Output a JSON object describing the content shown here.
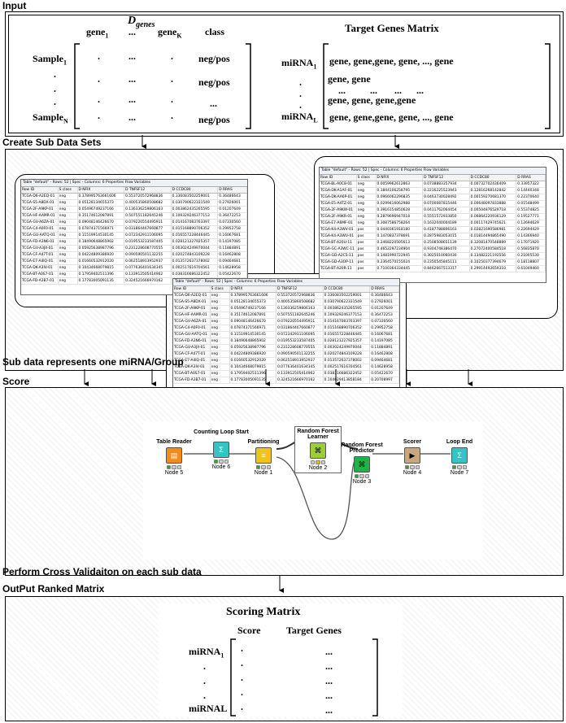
{
  "sections": {
    "input": "Input",
    "create": "Create Sub Data Sets",
    "sub_note": "Sub data represents one miRNA/Group",
    "score": "Score",
    "cv_note": "Perform Cross Validaiton on each sub data",
    "output": "OutPut Ranked Matrix"
  },
  "input_matrix": {
    "title": "D",
    "title_sub": "genes",
    "col_gene1": "gene",
    "col_gene1_sub": "1",
    "col_dots": "...",
    "col_geneK": "gene",
    "col_geneK_sub": "K",
    "col_class": "class",
    "row_sample1": "Sample",
    "row_sample1_sub": "1",
    "row_sampleN": "Sample",
    "row_sampleN_sub": "N",
    "dot": ".",
    "dots": "...",
    "negpos": "neg/pos"
  },
  "target_matrix": {
    "title": "Target Genes Matrix",
    "mirna1": "miRNA",
    "mirna1_sub": "1",
    "mirnaL": "miRNA",
    "mirnaL_sub": "L",
    "dot": ".",
    "line1": "gene, gene,gene, gene, ..., gene",
    "line2": "gene, gene",
    "line3": "...          ...       ...      ...",
    "line4": "gene, gene, gene,gene",
    "line5": "gene, gene,gene, gene, ..., gene"
  },
  "tables": {
    "title": "Table \"default\" - Rows: 52",
    "tab_spec": "Spec - Columns: 6",
    "tab_props": "Properties",
    "tab_flow": "Flow Variables",
    "columns": [
      "Row ID",
      "S class",
      "D NFIX",
      "D TNFSF12",
      "D CCDC80",
      "D RRAS"
    ],
    "left_rows": [
      [
        "TCGA-D6-A2EQ-01",
        "neg",
        "0.378995763661606",
        "0.553720572968836",
        "0.336083502259001",
        "0.36486643"
      ],
      [
        "TCGA-S5-A8DX-01",
        "neg",
        "0.05128134655373",
        "0.400535860508682",
        "0.030790622331549",
        "0.27926001"
      ],
      [
        "TCGA-2F-A9KP-01",
        "neg",
        "0.05496749237166",
        "0.136336259806163",
        "0.003862435265595",
        "0.01207649"
      ],
      [
        "TCGA-HF-AAMR-01",
        "neg",
        "0.35174612087891",
        "0.507551182645246",
        "0.109329246377153",
        "0.36472253"
      ],
      [
        "TCGA-GV-A6ZA-01",
        "neg",
        "0.09048146426670",
        "0.079220554495911",
        "0.014167083763397",
        "0.07330560"
      ],
      [
        "TCGA-C4-A0F0-01",
        "neg",
        "0.07874371566971",
        "0.031864467660877",
        "0.015168890706352",
        "0.29952758"
      ],
      [
        "TCGA-GU-AATQ-01",
        "neg",
        "0.11519914530145",
        "0.072342911106095",
        "0.016557228446445",
        "0.16067681"
      ],
      [
        "TCGA-FD-A3N6-01",
        "neg",
        "0.18490648865902",
        "0.019553233587405",
        "0.028121227925357",
        "0.14197085"
      ],
      [
        "TCGA-GV-A3JX-01",
        "neg",
        "0.05925638987796",
        "0.231228608770555",
        "0.003024249970044",
        "0.11884891"
      ],
      [
        "TCGA-CF-A47T-01",
        "neg",
        "0.04224809386920",
        "0.090590501132255",
        "0.020274843109228",
        "0.16462808"
      ],
      [
        "TCGA-E7-A4IQ-01",
        "neg",
        "0.01660532912020",
        "0.062518913952937",
        "0.013572637378002",
        "0.09464681"
      ],
      [
        "TCGA-DK-A3IV-01",
        "neg",
        "0.10434668079815",
        "0.077636401634345",
        "0.002517616704561",
        "0.14628958"
      ],
      [
        "TCGA-BT-A0S7-01",
        "neg",
        "0.17959402511396",
        "0.133912505414962",
        "0.038316686322452",
        "0.05422670"
      ],
      [
        "TCGA-FD-A3B7-01",
        "neg",
        "0.17783005091135",
        "0.324521666970162",
        "0.104629413858184",
        "0.20708997"
      ]
    ],
    "right_rows": [
      [
        "TCGA-BL-A0C8-01",
        "neg",
        "0.0059962612863",
        "0.0738883357934",
        "0.00732702436409",
        "0.33957322"
      ],
      [
        "TCGA-DK-A1AF-01",
        "neg",
        "0.1844106258795",
        "0.2216225523943",
        "0.12816268142842",
        "0.14440348"
      ],
      [
        "TCGA-DK-AA6P-01",
        "neg",
        "0.0966062296835",
        "0.0463730028492",
        "0.00159270681370",
        "0.22370640"
      ],
      [
        "TCGA-E5-A4TZ-01",
        "neg",
        "0.0299416062988",
        "0.0700087815446",
        "0.00648097833888",
        "0.01548499"
      ],
      [
        "TCGA-2F-A9KW-01",
        "neg",
        "0.3916154850628",
        "0.0411762064454",
        "0.00504876529718",
        "0.55374825"
      ],
      [
        "TCGA-2F-A9KR-01",
        "neg",
        "0.2879696947018",
        "0.5551572933850",
        "0.06864220936129",
        "0.19527771"
      ],
      [
        "TCGA-E7-A6MF-01",
        "neg",
        "0.3087586758264",
        "0.1632040004189",
        "0.00117429745621",
        "0.12694629"
      ],
      [
        "TCGA-K4-A3WV-01",
        "pos",
        "0.0440361918180",
        "0.4187788806163",
        "0.02821690586981",
        "0.22694429"
      ],
      [
        "TCGA-K4-A3WU-01",
        "pos",
        "0.1470837378691",
        "0.2875983053015",
        "0.01814494865490",
        "0.14366940"
      ],
      [
        "TCGA-BT-A20U-11",
        "pos",
        "0.2468220505613",
        "0.2508508651139",
        "0.32081470548889",
        "0.17071920"
      ],
      [
        "TCGA-GC-A3WC-11",
        "pos",
        "0.4652297234904",
        "0.9304748386470",
        "0.27072400584518",
        "0.56835870"
      ],
      [
        "TCGA-GD-A2C5-11",
        "pos",
        "0.1481990722945",
        "0.3025010060430",
        "0.13482221192556",
        "0.21005530"
      ],
      [
        "TCGA-GD-A3OP-11",
        "pos",
        "0.2364570155024",
        "0.2350545845111",
        "0.10250377394679",
        "0.18118807"
      ],
      [
        "TCGA-BT-A20R-11",
        "pos",
        "0.7100364334445",
        "0.8462667513317",
        "0.29914493659310",
        "0.61049460"
      ]
    ],
    "center_rows": [
      [
        "TCGA-D6-A2EQ-01",
        "neg",
        "0.378995763661606",
        "0.553720572968836",
        "0.336083502259001",
        "0.36486643"
      ],
      [
        "TCGA-S5-A8DX-01",
        "neg",
        "0.05128134655373",
        "0.400535860508682",
        "0.030790622331549",
        "0.27926001"
      ],
      [
        "TCGA-2F-A9KP-01",
        "neg",
        "0.05496749237166",
        "0.136336259806163",
        "0.003862435265595",
        "0.01207649"
      ],
      [
        "TCGA-HF-AAMR-01",
        "neg",
        "0.35174612087891",
        "0.507551182645246",
        "0.109329246377153",
        "0.36472253"
      ],
      [
        "TCGA-GV-A6ZA-01",
        "neg",
        "0.09048146426670",
        "0.079220554495911",
        "0.014167083763397",
        "0.07330560"
      ],
      [
        "TCGA-C4-A0F0-01",
        "neg",
        "0.07874371566971",
        "0.031864467660877",
        "0.015168890706352",
        "0.29952758"
      ],
      [
        "TCGA-GU-AATQ-01",
        "neg",
        "0.11519914530145",
        "0.072342911106095",
        "0.016557228446445",
        "0.16067681"
      ],
      [
        "TCGA-FD-A3N6-01",
        "neg",
        "0.18490648865902",
        "0.019553233587405",
        "0.028121227925357",
        "0.14197085"
      ],
      [
        "TCGA-GV-A3JX-01",
        "neg",
        "0.05925638987796",
        "0.231228608770555",
        "0.003024249970044",
        "0.11884891"
      ],
      [
        "TCGA-CF-A47T-01",
        "neg",
        "0.04224809386920",
        "0.090590501132255",
        "0.020274843109228",
        "0.16462808"
      ],
      [
        "TCGA-E7-A4IQ-01",
        "neg",
        "0.01660532912020",
        "0.062518913952937",
        "0.013572637378002",
        "0.09464681"
      ],
      [
        "TCGA-DK-A3IV-01",
        "neg",
        "0.10434668079815",
        "0.077636401634345",
        "0.002517616704561",
        "0.14628958"
      ],
      [
        "TCGA-BT-A0S7-01",
        "neg",
        "0.17959402511396",
        "0.133912505414962",
        "0.038316686322452",
        "0.05422670"
      ],
      [
        "TCGA-FD-A3B7-01",
        "neg",
        "0.17783005091135",
        "0.324521666970162",
        "0.104629413858184",
        "0.20708997"
      ]
    ]
  },
  "workflow": {
    "table_reader": {
      "title": "Table Reader",
      "label": "Node 5"
    },
    "loop_start": {
      "title": "Counting Loop Start",
      "label": "Node 6"
    },
    "partitioning": {
      "title": "Partitioning",
      "label": "Node 1"
    },
    "rf_learner": {
      "title": "Random Forest Learner",
      "label": "Node 2"
    },
    "rf_predictor": {
      "title": "Random Forest Predictor",
      "label": "Node 3"
    },
    "scorer": {
      "title": "Scorer",
      "label": "Node 4"
    },
    "loop_end": {
      "title": "Loop End",
      "label": "Node 7"
    },
    "colors": {
      "reader": "#f28a1c",
      "loop": "#33c4c4",
      "manip": "#f0c419",
      "learner": "#9ccf31",
      "predictor": "#1eb34a",
      "scorer": "#c9a77e"
    }
  },
  "scoring": {
    "title": "Scoring Matrix",
    "col_score": "Score",
    "col_target": "Target Genes",
    "mirna1": "miRNA",
    "mirna1_sub": "1",
    "mirnaL": "miRNAL",
    "dot": ".",
    "dots": "..."
  }
}
